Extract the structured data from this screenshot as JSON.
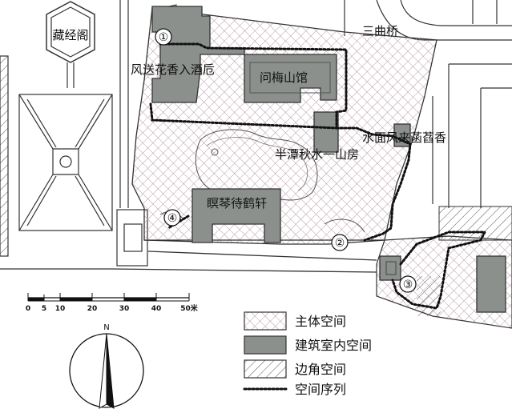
{
  "labels": {
    "cangjingge": "藏经阁",
    "sanqiao": "三曲桥",
    "fengsong": "风送花香入酒卮",
    "wenmei": "问梅山馆",
    "shuimian": "水面风来菡萏香",
    "banhu": "半潭秋水一山房",
    "mingqin": "瞑琴待鹤轩"
  },
  "markers": [
    "①",
    "②",
    "③",
    "④"
  ],
  "scale": {
    "ticks": [
      "0",
      "5",
      "10",
      "20",
      "30",
      "40",
      "50米"
    ]
  },
  "north": "N",
  "legend": [
    {
      "key": "main",
      "label": "主体空间"
    },
    {
      "key": "indoor",
      "label": "建筑室内空间"
    },
    {
      "key": "corner",
      "label": "边角空间"
    },
    {
      "key": "sequence",
      "label": "空间序列"
    }
  ],
  "colors": {
    "main_hatch": "#b89aa8",
    "building_fill": "#8c908c",
    "line": "#333333"
  }
}
